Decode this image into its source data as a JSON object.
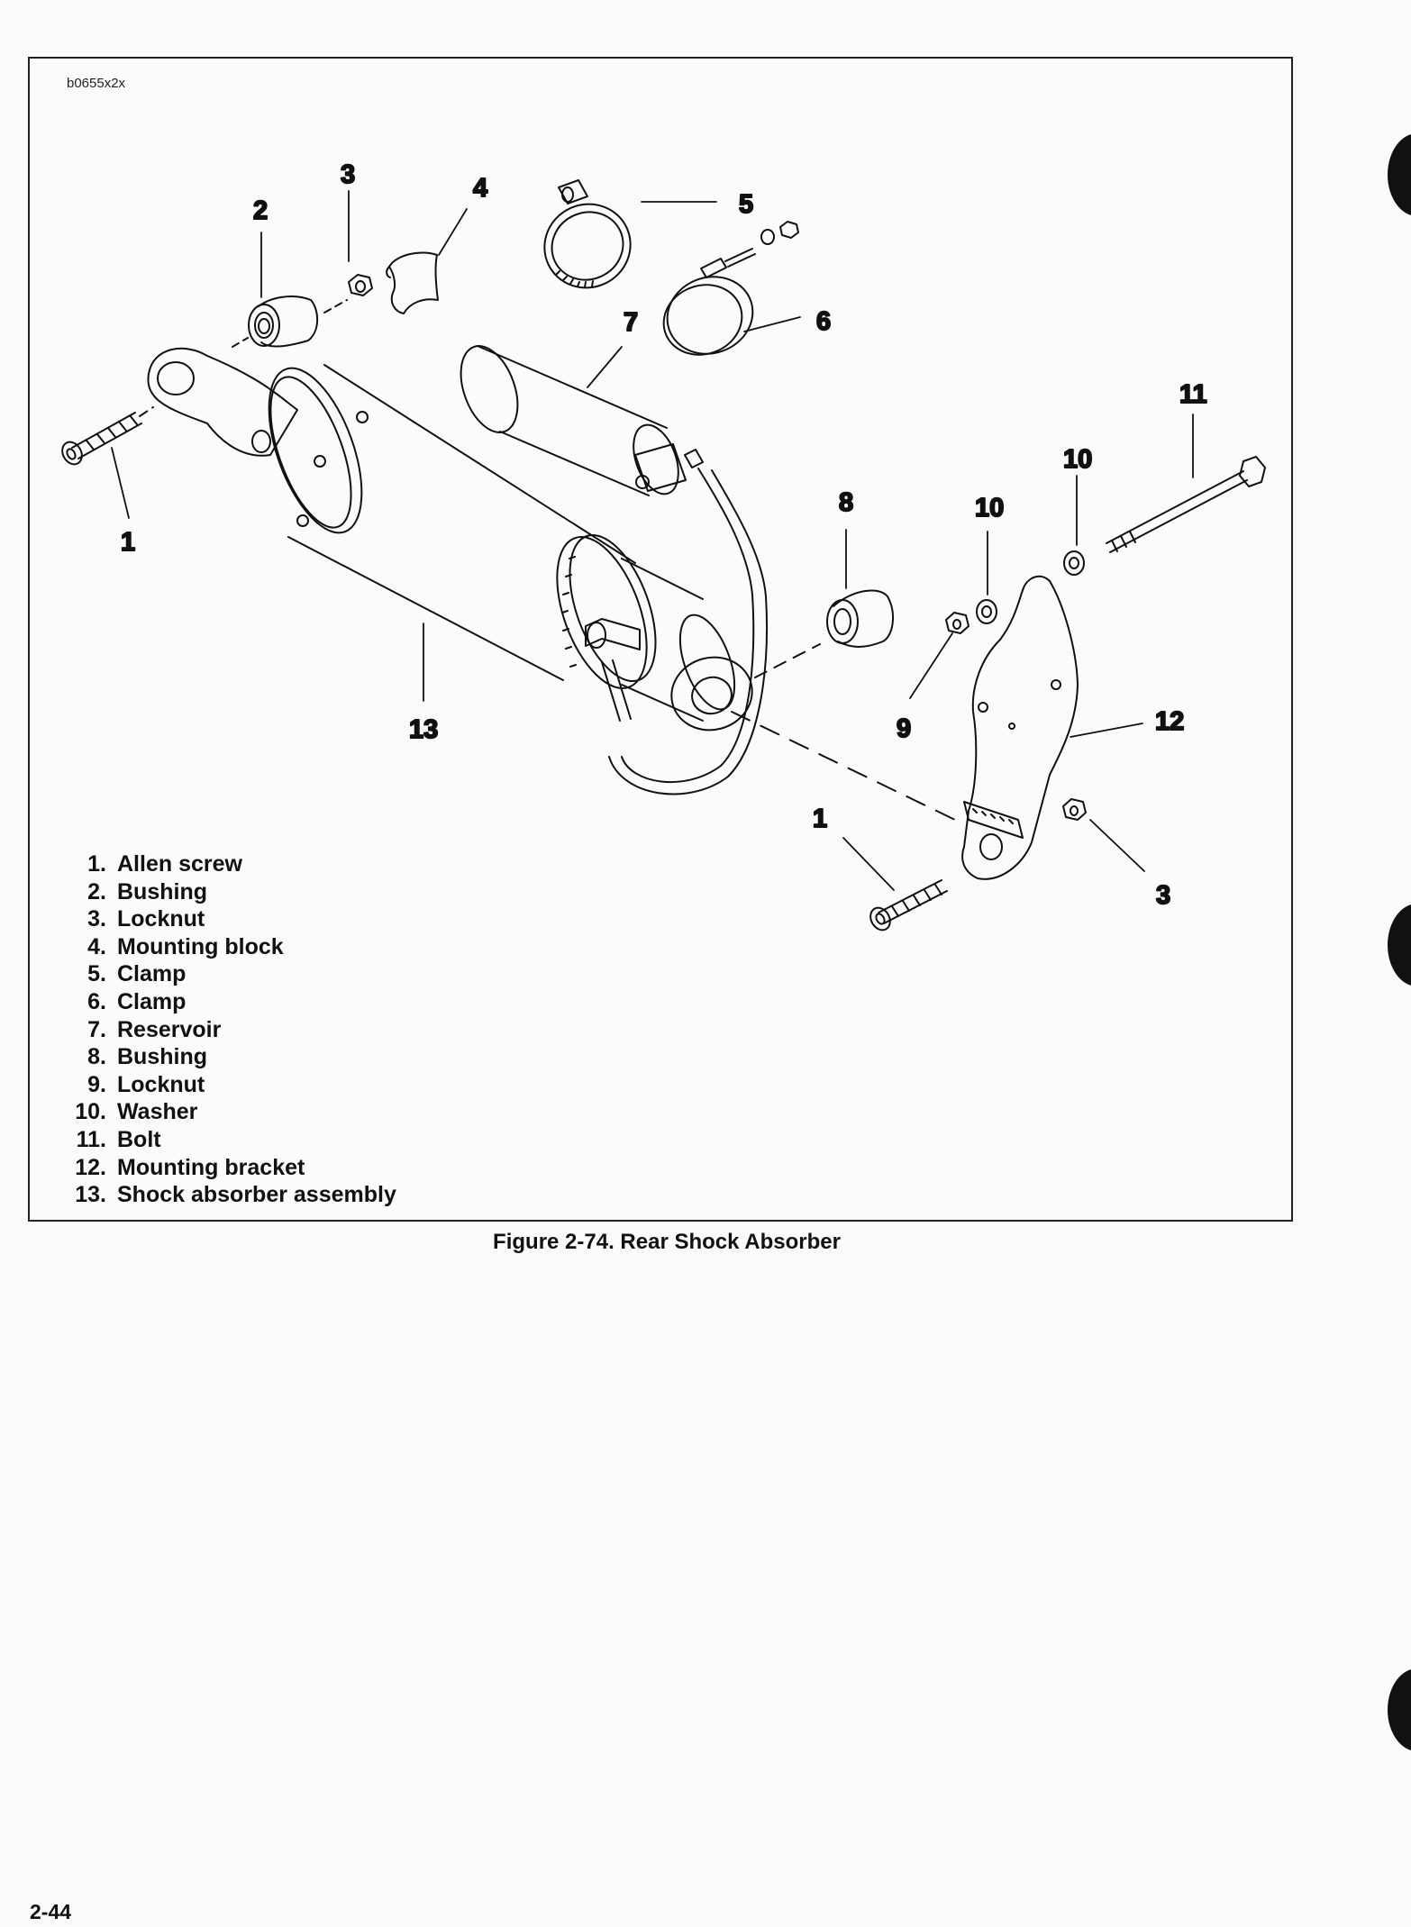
{
  "figure": {
    "id_code": "b0655x2x",
    "caption": "Figure 2-74. Rear Shock Absorber"
  },
  "callouts": {
    "c1a": "1",
    "c2": "2",
    "c3a": "3",
    "c4": "4",
    "c5": "5",
    "c6": "6",
    "c7": "7",
    "c8": "8",
    "c9": "9",
    "c10a": "10",
    "c10b": "10",
    "c11": "11",
    "c12": "12",
    "c13": "13",
    "c1b": "1",
    "c3b": "3"
  },
  "legend": [
    {
      "num": "1.",
      "label": "Allen screw"
    },
    {
      "num": "2.",
      "label": "Bushing"
    },
    {
      "num": "3.",
      "label": "Locknut"
    },
    {
      "num": "4.",
      "label": "Mounting block"
    },
    {
      "num": "5.",
      "label": "Clamp"
    },
    {
      "num": "6.",
      "label": "Clamp"
    },
    {
      "num": "7.",
      "label": "Reservoir"
    },
    {
      "num": "8.",
      "label": "Bushing"
    },
    {
      "num": "9.",
      "label": "Locknut"
    },
    {
      "num": "10.",
      "label": "Washer"
    },
    {
      "num": "11.",
      "label": "Bolt"
    },
    {
      "num": "12.",
      "label": "Mounting bracket"
    },
    {
      "num": "13.",
      "label": "Shock absorber assembly"
    }
  ],
  "page": {
    "number": "2-44"
  }
}
